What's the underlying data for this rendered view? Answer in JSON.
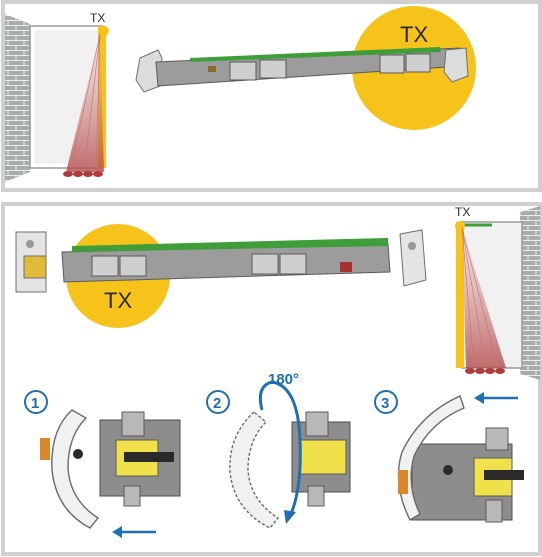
{
  "top_panel": {
    "tx_small": "TX",
    "tx_large": "TX"
  },
  "bottom_panel": {
    "tx_large": "TX",
    "tx_small": "TX",
    "rotation": "180°",
    "steps": [
      "1",
      "2",
      "3"
    ]
  },
  "colors": {
    "frame": "#d8d8d8",
    "highlight": "#f6c31a",
    "board": "#3f9e3a",
    "arrow": "#1f6fb2",
    "beam": "#c47070",
    "housing": "#8d8d8d",
    "clip": "#f0e04a"
  }
}
